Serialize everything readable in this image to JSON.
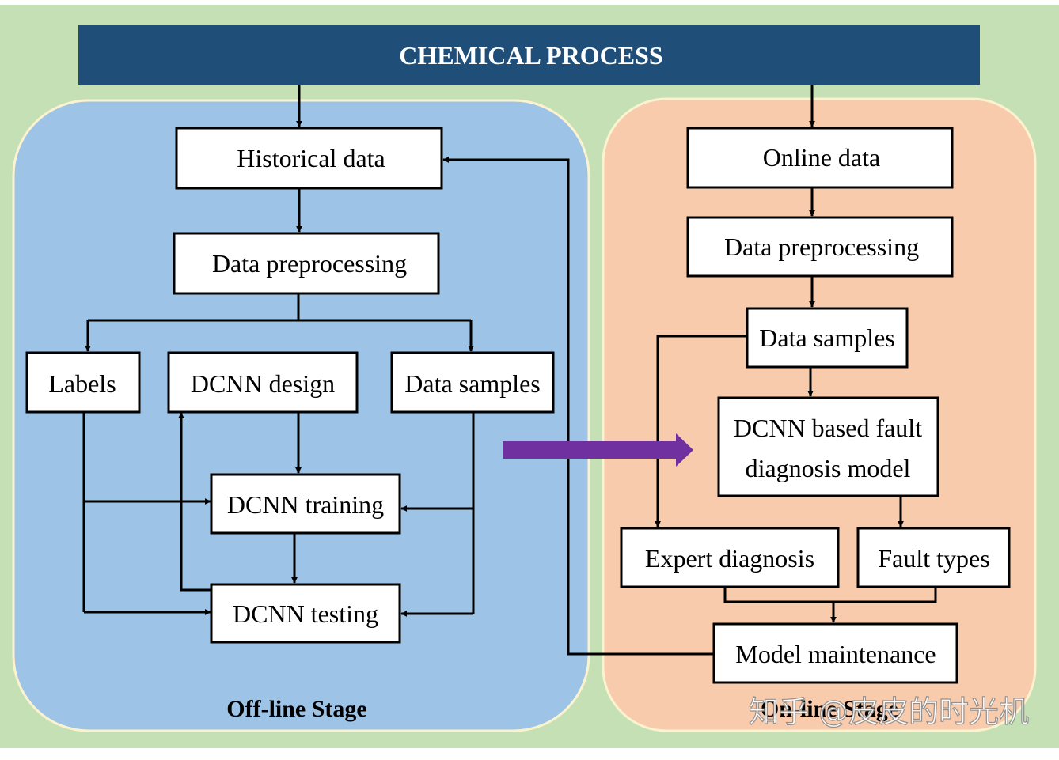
{
  "header": {
    "title": "CHEMICAL PROCESS"
  },
  "offline": {
    "stage_label": "Off-line Stage",
    "historical_data": "Historical data",
    "data_preprocessing": "Data preprocessing",
    "labels": "Labels",
    "dcnn_design": "DCNN design",
    "data_samples": "Data samples",
    "dcnn_training": "DCNN training",
    "dcnn_testing": "DCNN testing"
  },
  "online": {
    "stage_label": "On-line Stage",
    "online_data": "Online data",
    "data_preprocessing": "Data preprocessing",
    "data_samples": "Data samples",
    "model_line1": "DCNN based fault",
    "model_line2": "diagnosis model",
    "expert_diagnosis": "Expert diagnosis",
    "fault_types": "Fault types",
    "model_maintenance": "Model maintenance"
  },
  "watermark": "知乎 @皮皮的时光机",
  "colors": {
    "background": "#c5e0b4",
    "header": "#1f4e79",
    "offline_panel": "#9dc3e6",
    "online_panel": "#f8cbad",
    "transfer_arrow": "#7030a0"
  }
}
